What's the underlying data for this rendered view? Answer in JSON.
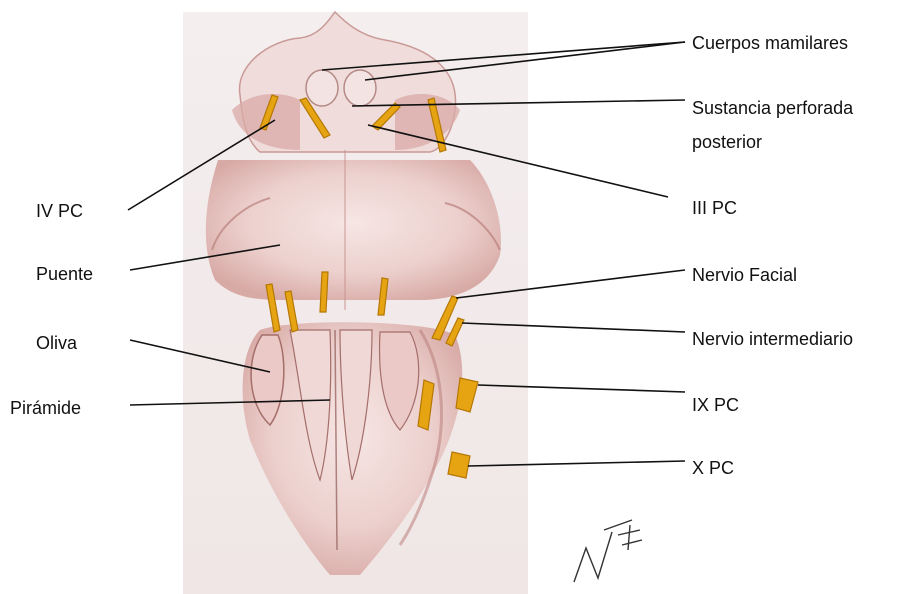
{
  "diagram": {
    "labels": {
      "cuerpos_mamilares": "Cuerpos mamilares",
      "sustancia_line1": "Sustancia perforada",
      "sustancia_line2": "posterior",
      "iii_pc": "III PC",
      "nervio_facial": "Nervio Facial",
      "nervio_intermediario": "Nervio intermediario",
      "ix_pc": "IX  PC",
      "x_pc": "X PC",
      "iv_pc": "IV PC",
      "puente": "Puente",
      "oliva": "Oliva",
      "piramide": "Pirámide"
    },
    "colors": {
      "paper": "#f7efef",
      "tissue": "#e9c9c6",
      "tissue_dark": "#b97f7b",
      "nerve": "#e6a412",
      "nerve_edge": "#b57805",
      "leader_line": "#111111"
    }
  }
}
